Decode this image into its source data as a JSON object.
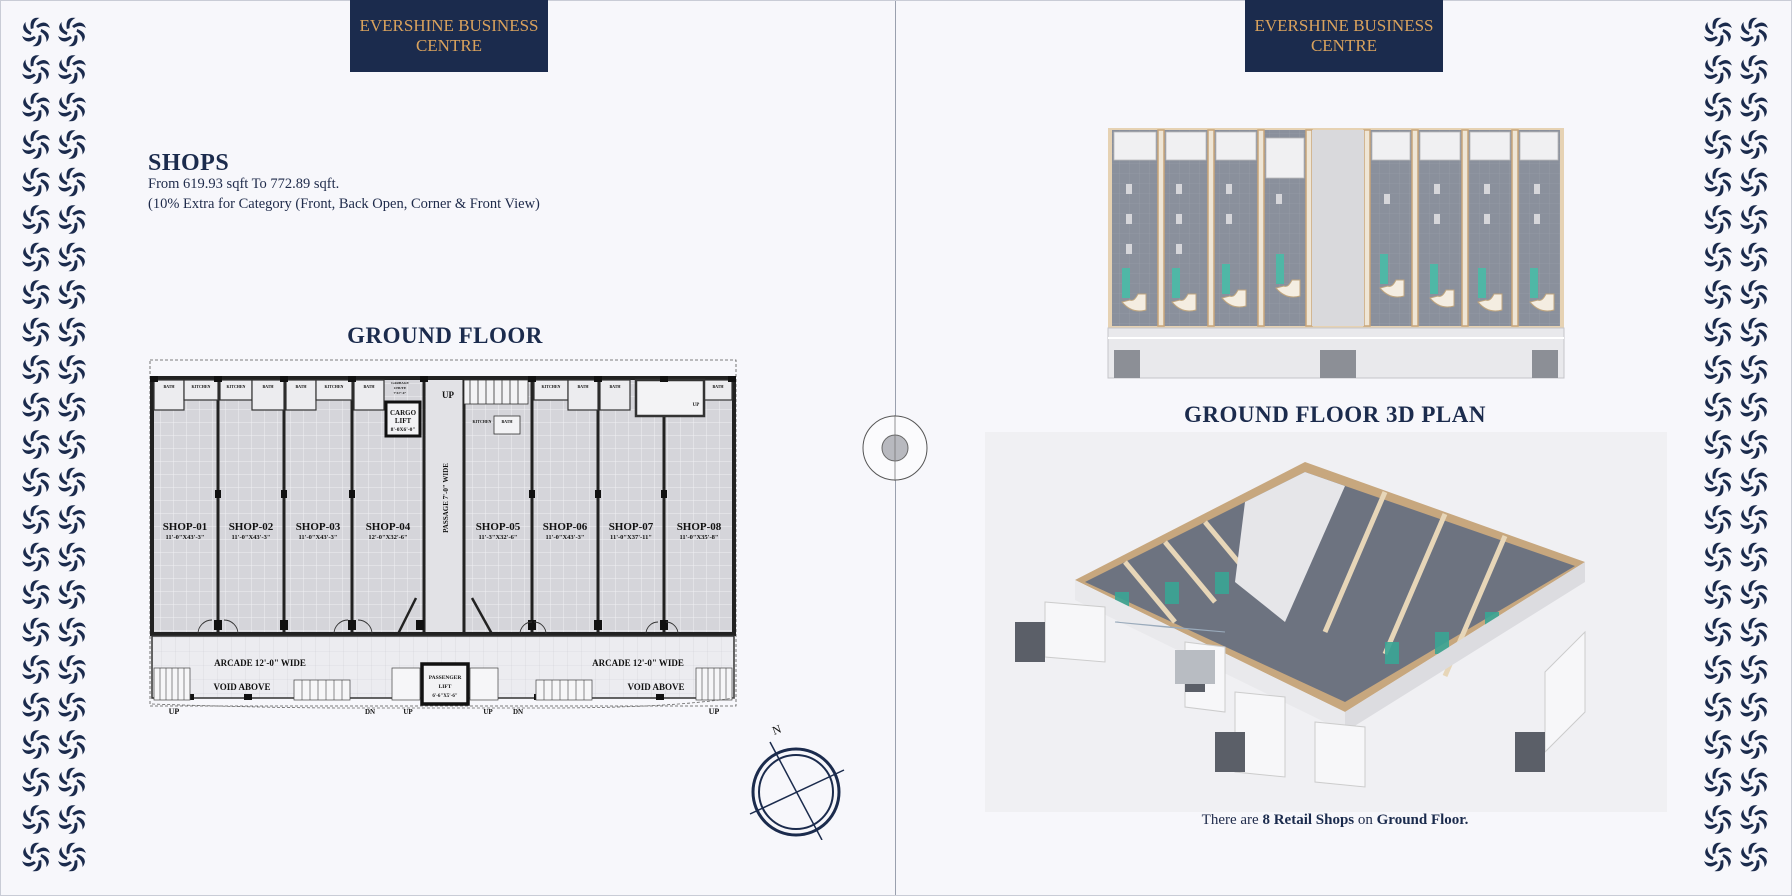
{
  "brand": {
    "line1": "EVERSHINE BUSINESS",
    "line2": "CENTRE"
  },
  "colors": {
    "navy": "#1b2b4d",
    "gold": "#d9a25d",
    "paper": "#f7f7fb"
  },
  "left_page": {
    "shops": {
      "title": "SHOPS",
      "size_range": "From 619.93 sqft To 772.89 sqft.",
      "note": "(10% Extra for Category (Front, Back Open, Corner & Front View)"
    },
    "floor_title": "GROUND FLOOR",
    "plan": {
      "shops": [
        {
          "name": "SHOP-01",
          "dims": "11'-0\"X43'-3\""
        },
        {
          "name": "SHOP-02",
          "dims": "11'-0\"X43'-3\""
        },
        {
          "name": "SHOP-03",
          "dims": "11'-0\"X43'-3\""
        },
        {
          "name": "SHOP-04",
          "dims": "12'-0\"X32'-6\""
        },
        {
          "name": "SHOP-05",
          "dims": "11'-3\"X32'-6\""
        },
        {
          "name": "SHOP-06",
          "dims": "11'-0\"X43'-3\""
        },
        {
          "name": "SHOP-07",
          "dims": "11'-0\"X37'-11\""
        },
        {
          "name": "SHOP-08",
          "dims": "11'-0\"X35'-8\""
        }
      ],
      "passage": "PASSAGE 7'-0\" WIDE",
      "cargo_lift": {
        "l1": "CARGO",
        "l2": "LIFT",
        "l3": "8'-0X6'-0\""
      },
      "garbage": {
        "l1": "GARBAGE",
        "l2": "CHUTE",
        "l3": "7'X7'-0\""
      },
      "passenger_lift": {
        "l1": "PASSENGER",
        "l2": "LIFT",
        "l3": "6'-6\"X5'-6\""
      },
      "arcade_left": "ARCADE 12'-0\" WIDE",
      "arcade_right": "ARCADE 12'-0\" WIDE",
      "void_left": "VOID ABOVE",
      "void_right": "VOID ABOVE",
      "bath": "BATH",
      "kitchen": "KITCHEN",
      "up": "UP",
      "dn": "DN"
    },
    "compass_label": "N"
  },
  "right_page": {
    "plan3d_title": "GROUND FLOOR 3D PLAN",
    "caption": {
      "prefix": "There are ",
      "count_bold": "8 Retail Shops",
      "mid": " on ",
      "floor_bold": "Ground Floor."
    }
  }
}
